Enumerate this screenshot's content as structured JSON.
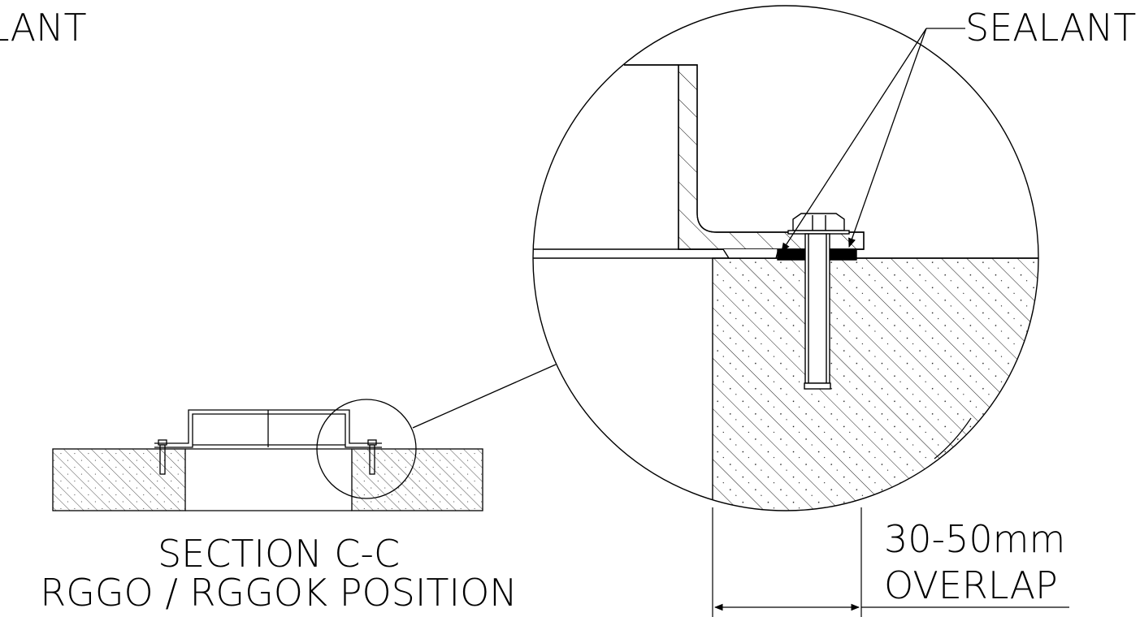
{
  "labels": {
    "sealant_top_left": "LANT",
    "sealant_callout": "SEALANT",
    "section_title": "SECTION C-C",
    "section_subtitle": "RGGO / RGGOK POSITION",
    "overlap_value": "30-50mm",
    "overlap_word": "OVERLAP"
  },
  "colors": {
    "line": "#000000",
    "background": "#ffffff",
    "sealant_fill": "#000000"
  }
}
